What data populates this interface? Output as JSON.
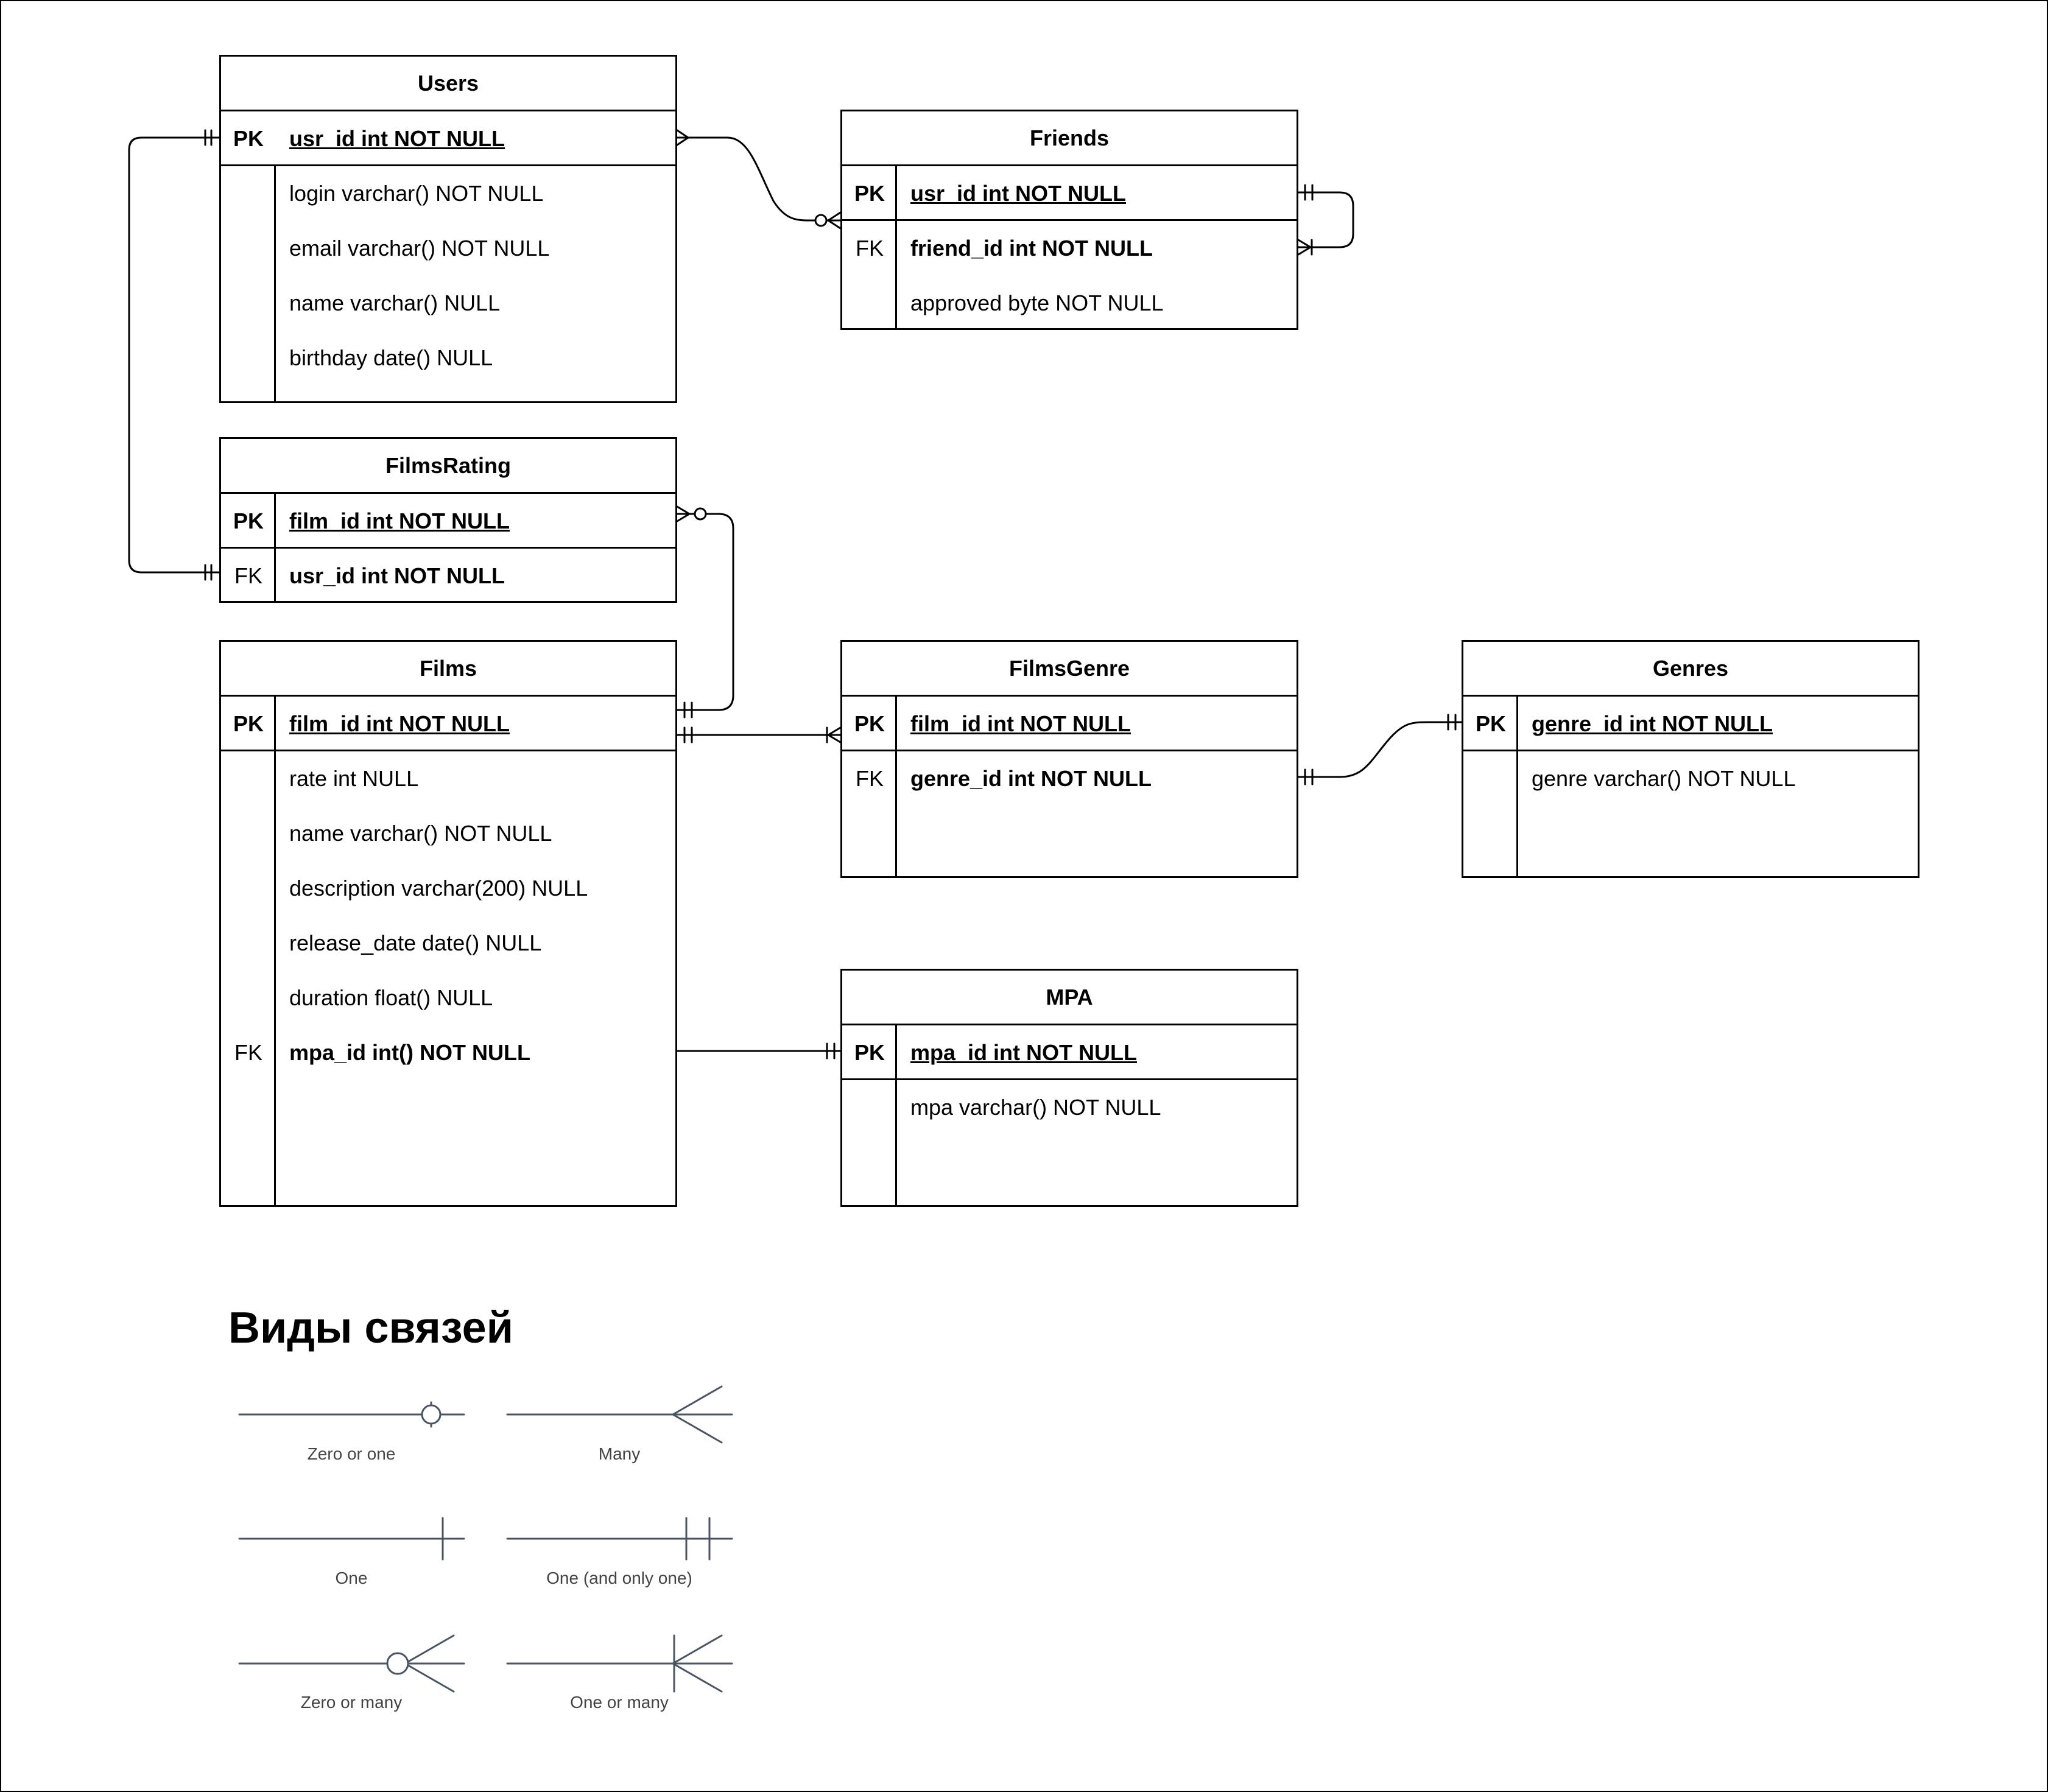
{
  "entities": {
    "users": {
      "title": "Users",
      "rows": [
        {
          "key": "PK",
          "col": "usr_id int NOT NULL"
        },
        {
          "key": "",
          "col": "login varchar() NOT NULL"
        },
        {
          "key": "",
          "col": "email varchar() NOT NULL"
        },
        {
          "key": "",
          "col": "name varchar() NULL"
        },
        {
          "key": "",
          "col": "birthday date() NULL"
        }
      ]
    },
    "friends": {
      "title": "Friends",
      "rows": [
        {
          "key": "PK",
          "col": "usr_id int NOT NULL"
        },
        {
          "key": "FK",
          "col": "friend_id int NOT NULL"
        },
        {
          "key": "",
          "col": "approved byte NOT NULL"
        }
      ]
    },
    "films_rating": {
      "title": "FilmsRating",
      "rows": [
        {
          "key": "PK",
          "col": "film_id int NOT NULL"
        },
        {
          "key": "FK",
          "col": "usr_id int NOT NULL"
        }
      ]
    },
    "films": {
      "title": "Films",
      "rows": [
        {
          "key": "PK",
          "col": "film_id int NOT NULL"
        },
        {
          "key": "",
          "col": "rate int NULL"
        },
        {
          "key": "",
          "col": "name varchar() NOT NULL"
        },
        {
          "key": "",
          "col": "description varchar(200) NULL"
        },
        {
          "key": "",
          "col": "release_date date() NULL"
        },
        {
          "key": "",
          "col": "duration float() NULL"
        },
        {
          "key": "FK",
          "col": "mpa_id int() NOT NULL"
        }
      ]
    },
    "films_genre": {
      "title": "FilmsGenre",
      "rows": [
        {
          "key": "PK",
          "col": "film_id int NOT NULL"
        },
        {
          "key": "FK",
          "col": "genre_id int NOT NULL"
        }
      ]
    },
    "genres": {
      "title": "Genres",
      "rows": [
        {
          "key": "PK",
          "col": "genre_id int NOT NULL"
        },
        {
          "key": "",
          "col": "genre varchar() NOT NULL"
        }
      ]
    },
    "mpa": {
      "title": "MPA",
      "rows": [
        {
          "key": "PK",
          "col": "mpa_id int NOT NULL"
        },
        {
          "key": "",
          "col": "mpa varchar() NOT NULL"
        }
      ]
    }
  },
  "relationships": [
    {
      "from": "Users.usr_id",
      "to": "Friends.usr_id",
      "from_end": "many",
      "to_end": "zero-or-many"
    },
    {
      "from": "Friends.usr_id",
      "to": "Friends.friend_id",
      "from_end": "one-and-only-one",
      "to_end": "one-or-many"
    },
    {
      "from": "Users.usr_id",
      "to": "FilmsRating.usr_id",
      "from_end": "one-and-only-one",
      "to_end": "one-and-only-one"
    },
    {
      "from": "FilmsRating.film_id",
      "to": "Films.film_id",
      "from_end": "zero-or-many",
      "to_end": "one-and-only-one"
    },
    {
      "from": "Films.film_id",
      "to": "FilmsGenre.film_id",
      "from_end": "one-and-only-one",
      "to_end": "one-or-many"
    },
    {
      "from": "FilmsGenre.genre_id",
      "to": "Genres.genre_id",
      "from_end": "one-and-only-one",
      "to_end": "one-and-only-one"
    },
    {
      "from": "Films.mpa_id",
      "to": "MPA.mpa_id",
      "from_end": "line",
      "to_end": "one-and-only-one"
    }
  ],
  "legend": {
    "title": "Виды связей",
    "items": [
      {
        "label": "Zero or one",
        "icon": "zero-or-one"
      },
      {
        "label": "Many",
        "icon": "many"
      },
      {
        "label": "One",
        "icon": "one"
      },
      {
        "label": "One (and only one)",
        "icon": "one-and-only-one"
      },
      {
        "label": "Zero or many",
        "icon": "zero-or-many"
      },
      {
        "label": "One or many",
        "icon": "one-or-many"
      }
    ]
  }
}
